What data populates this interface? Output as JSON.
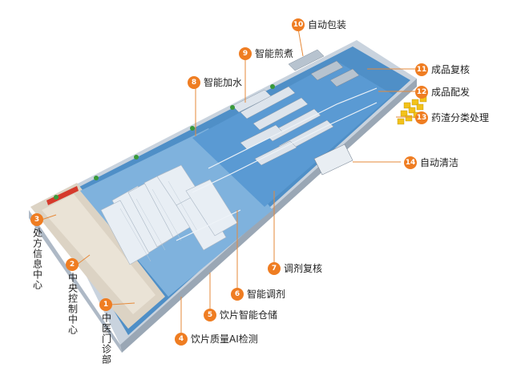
{
  "diagram": {
    "callouts": [
      {
        "num": "1",
        "text": "中医门诊部"
      },
      {
        "num": "2",
        "text": "中央控制中心"
      },
      {
        "num": "3",
        "text": "处方信息中心"
      },
      {
        "num": "4",
        "text": "饮片质量AI检测"
      },
      {
        "num": "5",
        "text": "饮片智能仓储"
      },
      {
        "num": "6",
        "text": "智能调剂"
      },
      {
        "num": "7",
        "text": "调剂复核"
      },
      {
        "num": "8",
        "text": "智能加水"
      },
      {
        "num": "9",
        "text": "智能煎煮"
      },
      {
        "num": "10",
        "text": "自动包装"
      },
      {
        "num": "11",
        "text": "成品复核"
      },
      {
        "num": "12",
        "text": "成品配发"
      },
      {
        "num": "13",
        "text": "药渣分类处理"
      },
      {
        "num": "14",
        "text": "自动清洁"
      }
    ],
    "colors": {
      "accent": "#ef7d22",
      "floor": "#4f8fc7",
      "wall": "#dfe6ee",
      "line": "#e68a3a"
    }
  }
}
